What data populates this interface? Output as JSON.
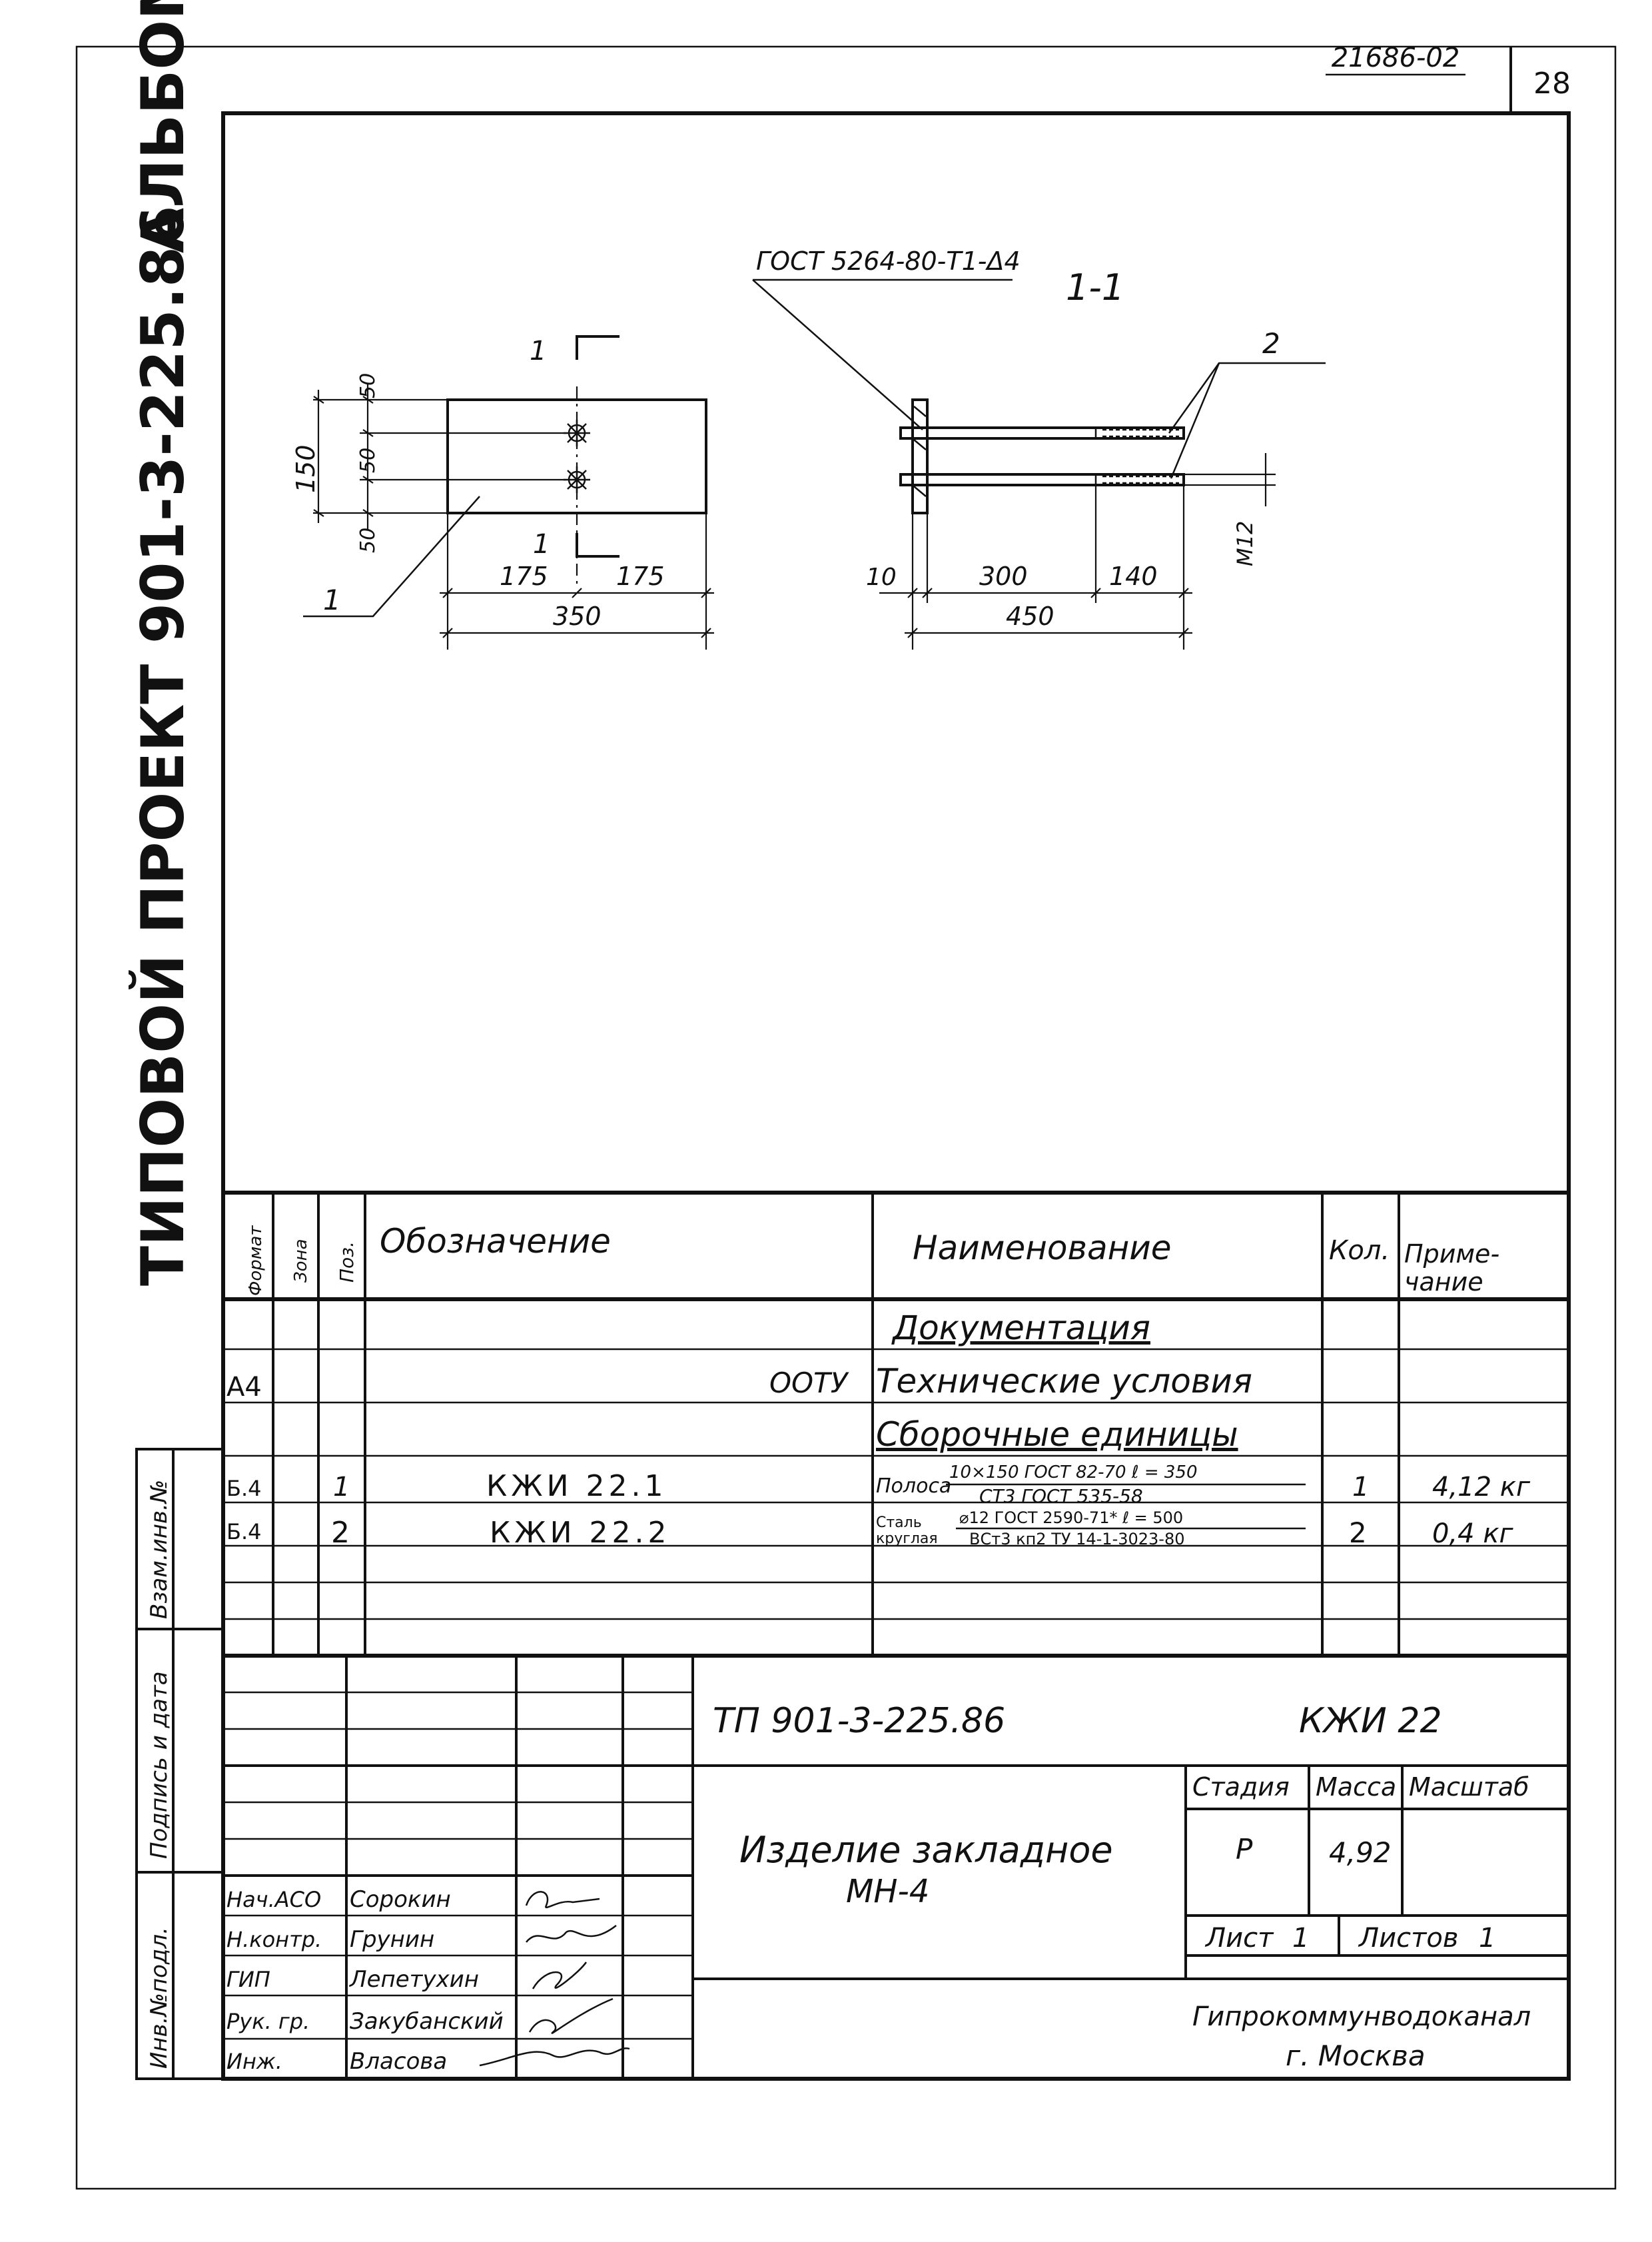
{
  "header": {
    "doc_number": "21686-02",
    "sheet_number": "28"
  },
  "side_title": {
    "project": "ТИПОВОЙ ПРОЕКТ 901-3-225.86",
    "album": "АЛЬБОМ III"
  },
  "drawing": {
    "plan": {
      "section_mark": "1",
      "part_label": "1",
      "dims": {
        "top": "50",
        "middle": "50",
        "bottom": "50",
        "height": "150",
        "left_half": "175",
        "right_half": "175",
        "width": "350"
      }
    },
    "section": {
      "title": "1-1",
      "weld_note": "ГОСТ 5264-80-Т1-Δ4",
      "part_label": "2",
      "dims": {
        "plate": "10",
        "bar_main": "300",
        "bar_thread": "140",
        "total": "450",
        "thread": "М12"
      }
    }
  },
  "spec_table": {
    "headers": {
      "format": "Формат",
      "zone": "Зона",
      "pos": "Поз.",
      "designation": "Обозначение",
      "name": "Наименование",
      "qty": "Кол.",
      "note": "Приме-\nчание"
    },
    "sections": {
      "documentation": "Документация",
      "assembly_units": "Сборочные единицы"
    },
    "doc_row": {
      "format": "А4",
      "designation": "ООТУ",
      "name": "Технические условия"
    },
    "rows": [
      {
        "format": "Б.4",
        "pos": "1",
        "designation": "КЖИ 22.1",
        "name_main": "Полоса",
        "name_top": "10×150 ГОСТ 82-70  ℓ = 350",
        "name_bottom": "СТ3  ГОСТ 535-58",
        "qty": "1",
        "note": "4,12 кг"
      },
      {
        "format": "Б.4",
        "pos": "2",
        "designation": "КЖИ 22.2",
        "name_main": "Сталь\nкруглая",
        "name_top": "⌀12 ГОСТ 2590-71*  ℓ = 500",
        "name_bottom": "ВСт3 кп2 ТУ 14-1-3023-80",
        "qty": "2",
        "note": "0,4 кг"
      }
    ]
  },
  "left_margin": {
    "inv_orig": "Инв.№подл.",
    "sign_date": "Подпись и дата",
    "vzam_inv": "Взам.инв.№"
  },
  "title_block": {
    "code": "ТП 901-3-225.86",
    "mark": "КЖИ 22",
    "stage_label": "Стадия",
    "mass_label": "Масса",
    "scale_label": "Масштаб",
    "stage": "Р",
    "mass": "4,92",
    "name_line1": "Изделие  закладное",
    "name_line2": "МН-4",
    "sheet_label": "Лист",
    "sheet_value": "1",
    "sheets_label": "Листов",
    "sheets_value": "1",
    "org_line1": "Гипрокоммунводоканал",
    "org_line2": "г. Москва",
    "people": [
      {
        "role": "Нач.АСО",
        "name": "Сорокин"
      },
      {
        "role": "Н.контр.",
        "name": "Грунин"
      },
      {
        "role": "ГИП",
        "name": "Лепетухин"
      },
      {
        "role": "Рук. гр.",
        "name": "Закубанский"
      },
      {
        "role": "Инж.",
        "name": "Власова"
      }
    ]
  }
}
